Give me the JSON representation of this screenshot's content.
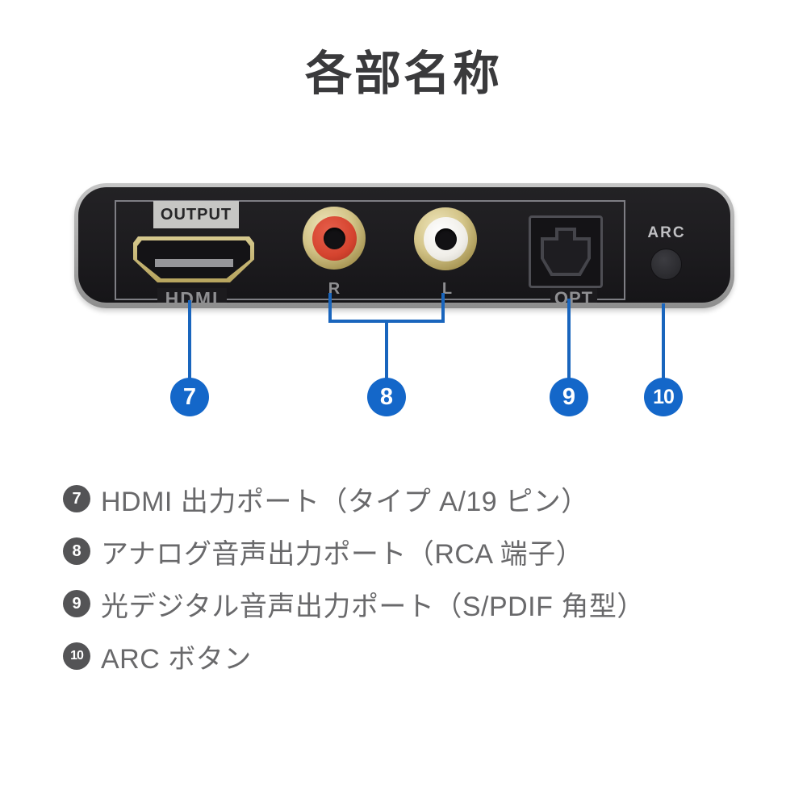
{
  "title": "各部名称",
  "device": {
    "output_label": "OUTPUT",
    "labels": {
      "hdmi": "HDMI",
      "r": "R",
      "l": "L",
      "opt": "OPT",
      "arc": "ARC"
    }
  },
  "callouts": [
    {
      "number": "7",
      "target": "hdmi-output-port"
    },
    {
      "number": "8",
      "target": "analog-audio-rca-ports"
    },
    {
      "number": "9",
      "target": "optical-digital-audio-port"
    },
    {
      "number": "10",
      "target": "arc-button"
    }
  ],
  "legend": [
    {
      "number": "7",
      "text": "HDMI 出力ポート（タイプ A/19 ピン）"
    },
    {
      "number": "8",
      "text": "アナログ音声出力ポート（RCA 端子）"
    },
    {
      "number": "9",
      "text": "光デジタル音声出力ポート（S/PDIF 角型）"
    },
    {
      "number": "10",
      "text": "ARC ボタン"
    }
  ],
  "colors": {
    "accent_blue": "#1467C9",
    "line_blue": "#1965BD",
    "badge_gray": "#545456",
    "rca_red": "#D5442F",
    "rca_white": "#F0EEE8",
    "gold": "#C9B96E",
    "panel_black": "#1C1B1E",
    "rim_gray": "#A8A8A8"
  }
}
